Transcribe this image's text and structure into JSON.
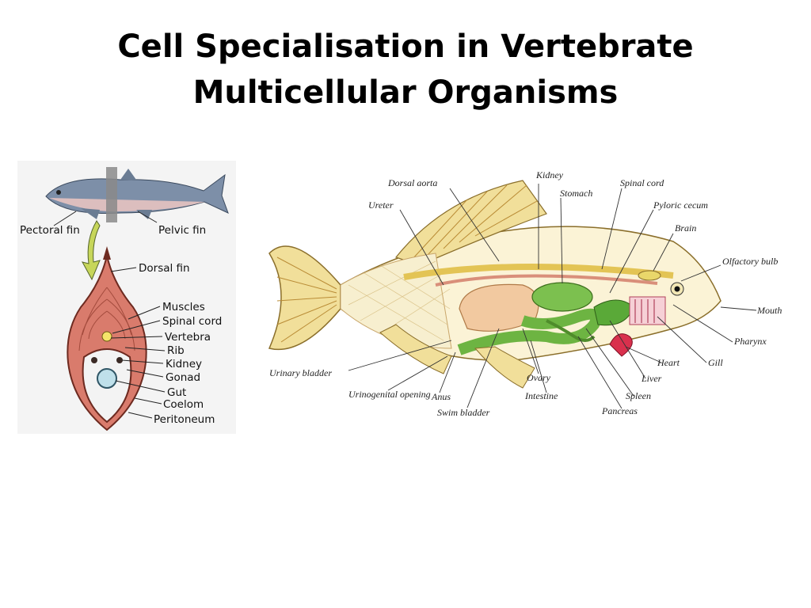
{
  "slide": {
    "title_line1": "Cell Specialisation in  Vertebrate",
    "title_line2": "Multicellular Organisms"
  },
  "cross_section": {
    "labels": {
      "pectoral_fin": "Pectoral fin",
      "pelvic_fin": "Pelvic fin",
      "dorsal_fin": "Dorsal fin",
      "muscles": "Muscles",
      "spinal_cord": "Spinal cord",
      "vertebra": "Vertebra",
      "rib": "Rib",
      "kidney": "Kidney",
      "gonad": "Gonad",
      "gut": "Gut",
      "coelom": "Coelom",
      "peritoneum": "Peritoneum"
    }
  },
  "anatomy": {
    "labels": {
      "dorsal_aorta": "Dorsal aorta",
      "kidney": "Kidney",
      "stomach": "Stomach",
      "spinal_cord": "Spinal cord",
      "ureter": "Ureter",
      "pyloric_cecum": "Pyloric cecum",
      "brain": "Brain",
      "olfactory_bulb": "Olfactory bulb",
      "mouth": "Mouth",
      "pharynx": "Pharynx",
      "heart": "Heart",
      "gill": "Gill",
      "liver": "Liver",
      "spleen": "Spleen",
      "pancreas": "Pancreas",
      "urinary_bladder": "Urinary bladder",
      "urinogenital_opening": "Urinogenital opening",
      "anus": "Anus",
      "swim_bladder": "Swim bladder",
      "ovary": "Ovary",
      "intestine": "Intestine"
    }
  },
  "colors": {
    "muscle": "#d97b6c",
    "organ_green": "#7cc04f",
    "bone": "#e8d37a",
    "swim_bladder": "#f2c9a0",
    "background_panel": "#f4f4f4"
  }
}
